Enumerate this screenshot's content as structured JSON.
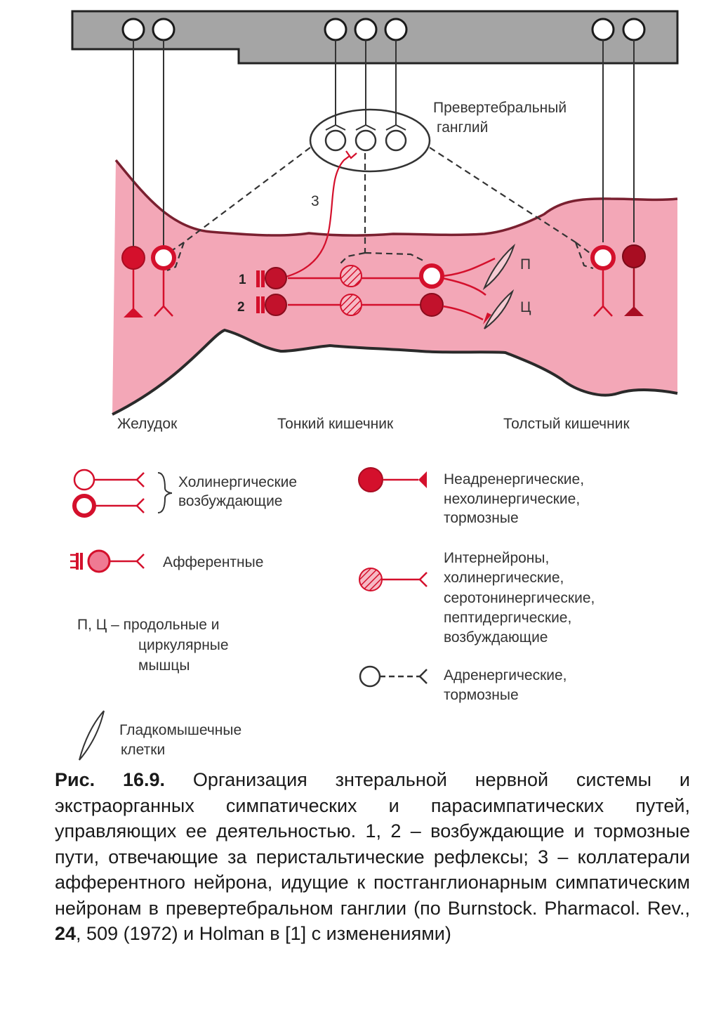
{
  "colors": {
    "tissue": "#f3a7b7",
    "tissue_edge": "#7a2030",
    "neuron_red": "#d4102c",
    "dark_red": "#a80d22",
    "spine_gray": "#a5a5a5",
    "line_dark": "#444444"
  },
  "diagram": {
    "ganglion_label_1": "Превертебральный",
    "ganglion_label_2": "ганглий",
    "label_3": "3",
    "label_p": "П",
    "label_c": "Ц",
    "label_1": "1",
    "label_2": "2",
    "organ_stomach": "Желудок",
    "organ_small_intestine": "Тонкий кишечник",
    "organ_large_intestine": "Толстый кишечник"
  },
  "legend": {
    "cholinergic_1": "Холинергические",
    "cholinergic_2": "возбуждающие",
    "afferent": "Афферентные",
    "muscles_1": "П, Ц – продольные и",
    "muscles_2": "циркулярные",
    "muscles_3": "мышцы",
    "smooth_1": "Гладкомышечные",
    "smooth_2": "клетки",
    "nanc_1": "Неадренергические,",
    "nanc_2": "нехолинергические,",
    "nanc_3": "тормозные",
    "inter_1": "Интернейроны,",
    "inter_2": "холинергические,",
    "inter_3": "серотонинергические,",
    "inter_4": "пептидергические,",
    "inter_5": "возбуждающие",
    "adren_1": "Адренергические,",
    "adren_2": "тормозные"
  },
  "caption": {
    "fig_label": "Рис. 16.9.",
    "text_a": " Организация знтеральной нервной системы и экстраорганных симпатических и парасимпатических путей, управляющих ее деятельностью. 1, 2 – возбуждающие и тормозные пути, отвечающие за перистальтические рефлексы; 3 – коллатерали афферентного нейрона, идущие к постганглионарным симпатическим нейронам в превертебральном ганглии (по Burnstock. Pharmacol. Rev., ",
    "volume": "24",
    "text_b": ", 509 (1972) и Holman в [1] с изменениями)"
  }
}
